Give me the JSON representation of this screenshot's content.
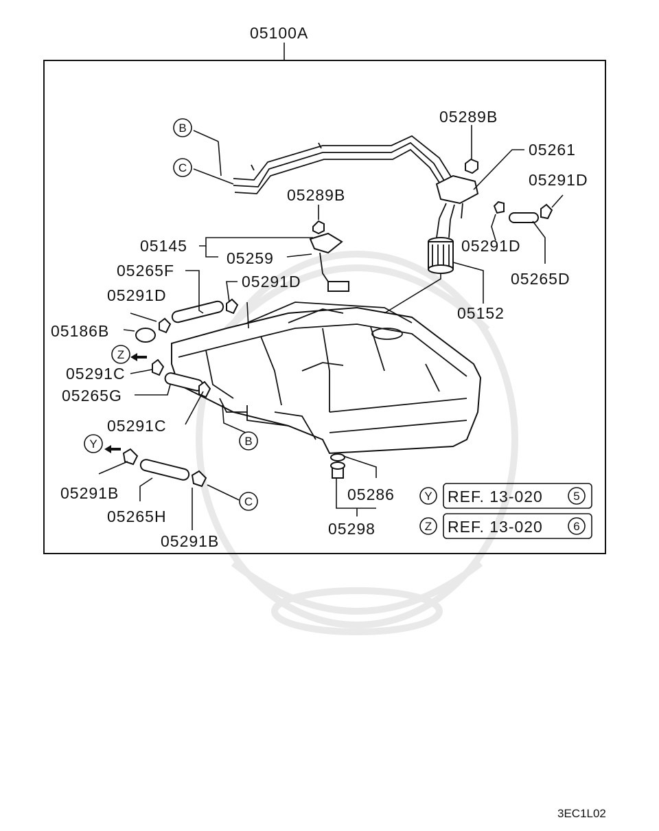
{
  "assembly_label": "05100A",
  "parts": {
    "p05289B_top": "05289B",
    "p05261": "05261",
    "p05291D_right": "05291D",
    "p05289B_mid": "05289B",
    "p05145": "05145",
    "p05259": "05259",
    "p05291D_midright": "05291D",
    "p05265D": "05265D",
    "p05265F": "05265F",
    "p05291D_center": "05291D",
    "p05291D_left": "05291D",
    "p05152": "05152",
    "p05186B": "05186B",
    "p05291C_left": "05291C",
    "p05265G": "05265G",
    "p05291C_lower": "05291C",
    "p05291B_left": "05291B",
    "p05265H": "05265H",
    "p05291B_bottom": "05291B",
    "p05286": "05286",
    "p05298": "05298"
  },
  "callouts": {
    "b_top": "B",
    "c_top": "C",
    "z_left": "Z",
    "y_left": "Y",
    "b_bottom": "B",
    "c_bottom": "C"
  },
  "references": [
    {
      "letter": "Y",
      "text": "REF. 13-020",
      "number": "5"
    },
    {
      "letter": "Z",
      "text": "REF. 13-020",
      "number": "6"
    }
  ],
  "diagram_code": "3EC1L02"
}
